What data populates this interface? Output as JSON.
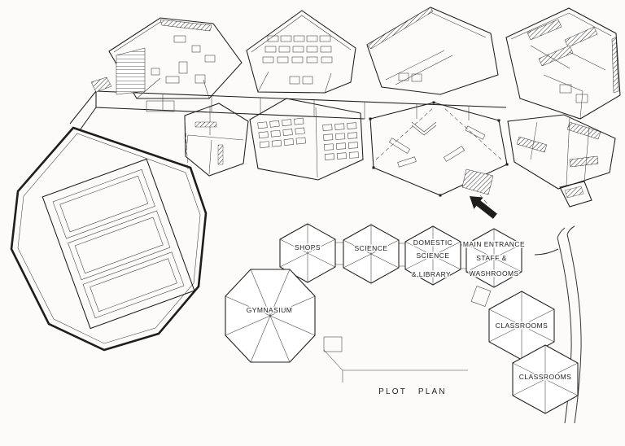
{
  "colors": {
    "paper": "#fcfbf9",
    "ink": "#1d1d1d",
    "line_gray": "#3c3c3c"
  },
  "plot_plan": {
    "caption": "PLOT PLAN",
    "modules": [
      {
        "id": "shops",
        "lines": [
          "SHOPS"
        ]
      },
      {
        "id": "science",
        "lines": [
          "SCIENCE"
        ]
      },
      {
        "id": "domestic-science-library",
        "lines": [
          "DOMESTIC",
          "SCIENCE",
          "& LIBRARY"
        ]
      },
      {
        "id": "main-entrance-staff-washrooms",
        "lines": [
          "MAIN ENTRANCE",
          "STAFF &",
          "WASHROOMS"
        ]
      },
      {
        "id": "gymnasium",
        "lines": [
          "GYMNASIUM"
        ]
      },
      {
        "id": "classrooms-upper",
        "lines": [
          "CLASSROOMS"
        ]
      },
      {
        "id": "classrooms-lower",
        "lines": [
          "CLASSROOMS"
        ]
      }
    ]
  }
}
